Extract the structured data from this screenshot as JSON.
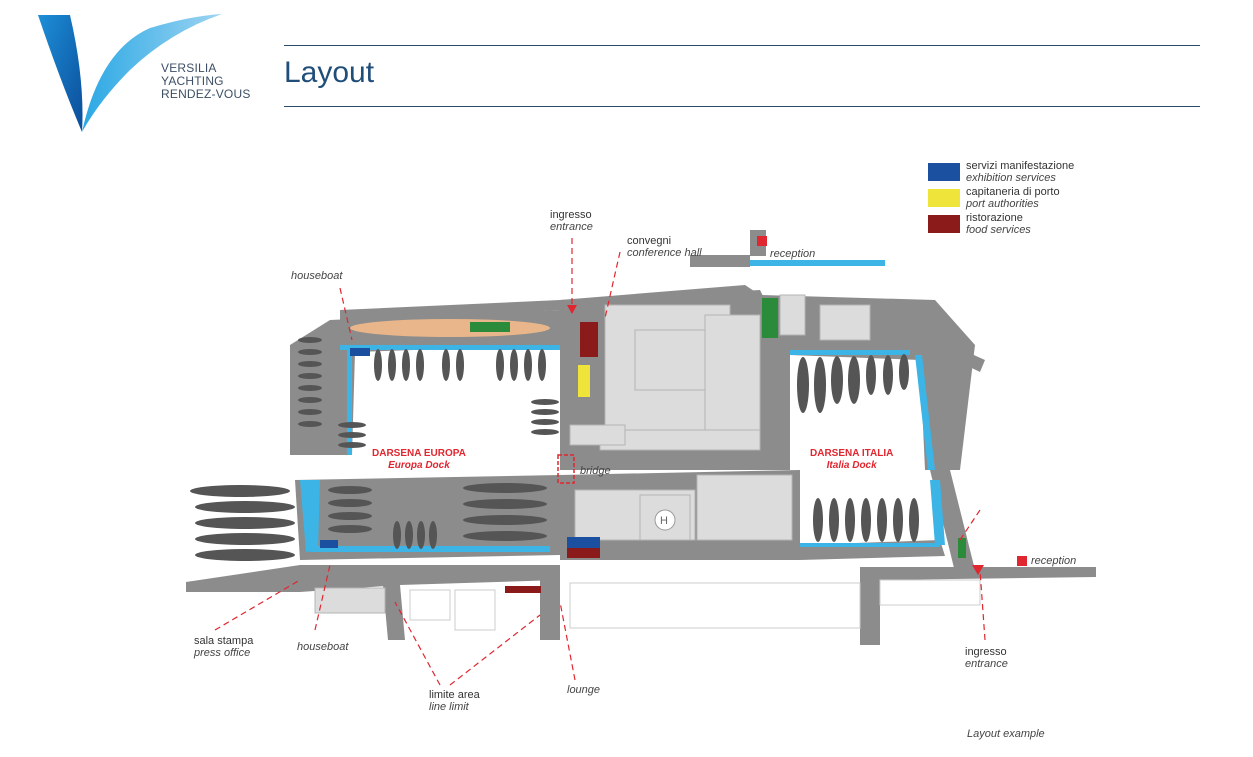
{
  "logo": {
    "line1": "VERSILIA",
    "line2": "YACHTING",
    "line3": "RENDEZ-VOUS"
  },
  "page": {
    "title": "Layout",
    "caption": "Layout example"
  },
  "colors": {
    "brand": "#1f4e79",
    "exhibition": "#1b4fa0",
    "port": "#efe53a",
    "food": "#8b1a1a",
    "accent_red": "#e0262f",
    "water_edge": "#3cb4e6"
  },
  "legend": [
    {
      "it": "servizi manifestazione",
      "en": "exhibition services",
      "color": "#1b4fa0"
    },
    {
      "it": "capitaneria di porto",
      "en": "port authorities",
      "color": "#efe53a"
    },
    {
      "it": "ristorazione",
      "en": "food services",
      "color": "#8b1a1a"
    }
  ],
  "labels": {
    "ingresso_top": {
      "it": "ingresso",
      "en": "entrance"
    },
    "convegni": {
      "it": "convegni",
      "en": "conference hall"
    },
    "reception_top": "reception",
    "houseboat_top": "houseboat",
    "darsena_europa": {
      "it": "DARSENA EUROPA",
      "en": "Europa Dock"
    },
    "darsena_italia": {
      "it": "DARSENA ITALIA",
      "en": "Italia Dock"
    },
    "bridge": "bridge",
    "reception_right": "reception",
    "sala_stampa": {
      "it": "sala stampa",
      "en": "press office"
    },
    "houseboat_bottom": "houseboat",
    "limite_area": {
      "it": "limite area",
      "en": "line limit"
    },
    "lounge": "lounge",
    "ingresso_bottom": {
      "it": "ingresso",
      "en": "entrance"
    }
  }
}
